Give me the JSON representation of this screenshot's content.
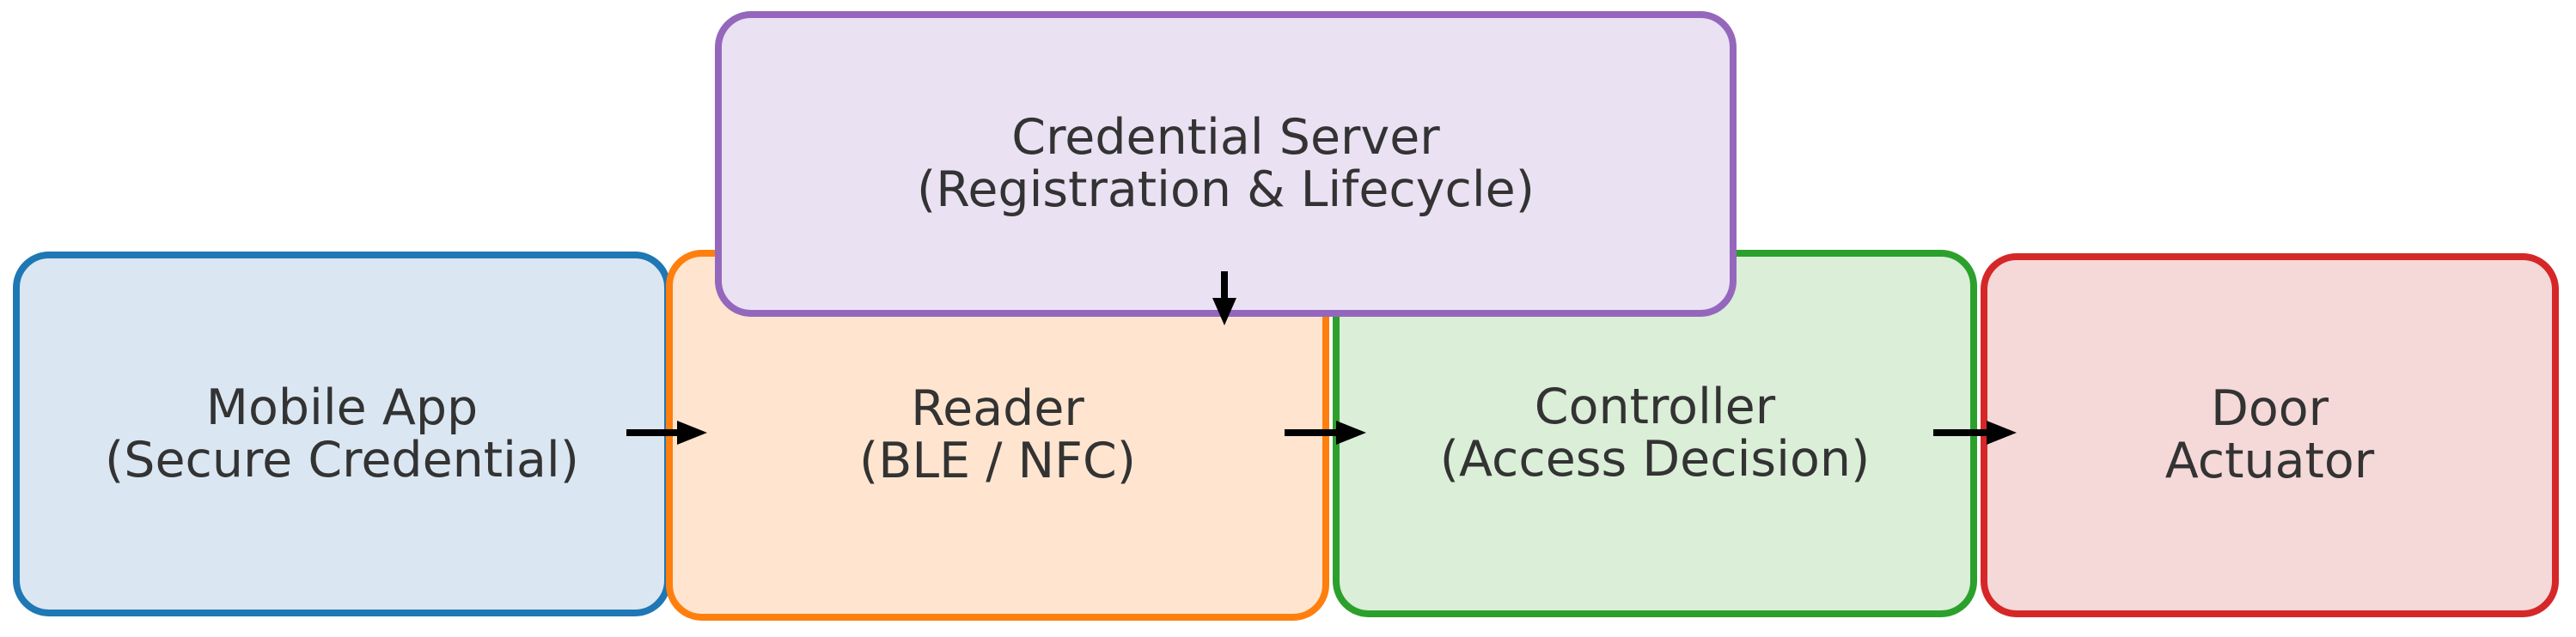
{
  "diagram": {
    "background_color": "#ffffff",
    "text_color": "#333333",
    "arrow_color": "#000000",
    "nodes": {
      "credential_server": {
        "line1": "Credential Server",
        "line2": "(Registration & Lifecycle)",
        "border_color": "#9467bd",
        "fill_color": "#eae1f3"
      },
      "mobile_app": {
        "line1": "Mobile App",
        "line2": "(Secure Credential)",
        "border_color": "#1f77b4",
        "fill_color": "#dae7f2"
      },
      "reader": {
        "line1": "Reader",
        "line2": "(BLE / NFC)",
        "border_color": "#ff7f0e",
        "fill_color": "#ffe5cf"
      },
      "controller": {
        "line1": "Controller",
        "line2": "(Access Decision)",
        "border_color": "#2ca02c",
        "fill_color": "#daeed8"
      },
      "door_actuator": {
        "line1": "Door",
        "line2": "Actuator",
        "border_color": "#d62728",
        "fill_color": "#f5d8d8"
      }
    },
    "edges": [
      {
        "from": "Mobile App (Secure Credential)",
        "to": "Reader (BLE / NFC)",
        "direction": "right"
      },
      {
        "from": "Reader (BLE / NFC)",
        "to": "Controller (Access Decision)",
        "direction": "right"
      },
      {
        "from": "Controller (Access Decision)",
        "to": "Door Actuator",
        "direction": "right"
      },
      {
        "from": "Credential Server (Registration & Lifecycle)",
        "to": "Reader (BLE / NFC)",
        "direction": "down"
      }
    ]
  }
}
